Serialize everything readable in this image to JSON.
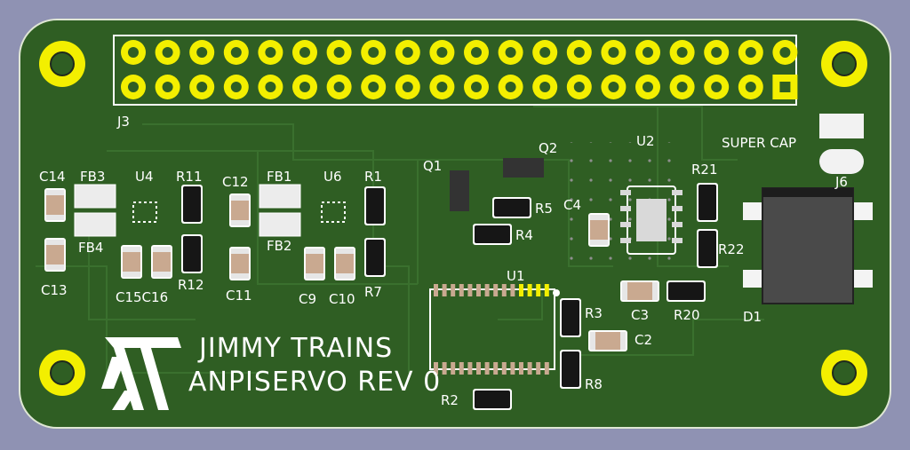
{
  "board": {
    "title_line1": "JIMMY TRAINS",
    "title_line2": "ANPISERVO REV 0"
  },
  "labels": {
    "J3": "J3",
    "C14": "C14",
    "FB3": "FB3",
    "U4": "U4",
    "R11": "R11",
    "C12": "C12",
    "FB1": "FB1",
    "U6": "U6",
    "R1": "R1",
    "FB4": "FB4",
    "C13": "C13",
    "C15C16": "C15C16",
    "R12": "R12",
    "C11": "C11",
    "FB2": "FB2",
    "C9": "C9",
    "C10": "C10",
    "R7": "R7",
    "Q1": "Q1",
    "Q2": "Q2",
    "R5": "R5",
    "R4": "R4",
    "C4": "C4",
    "U2": "U2",
    "SUPER_CAP": "SUPER CAP",
    "R21": "R21",
    "J6": "J6",
    "R22": "R22",
    "U1": "U1",
    "R3": "R3",
    "C3": "C3",
    "R20": "R20",
    "D1": "D1",
    "C2": "C2",
    "R8": "R8",
    "R2": "R2"
  },
  "colors": {
    "background": "#8f92b3",
    "pcb": "#2f5e23",
    "pad": "#f3ef00",
    "silkscreen": "#ffffff",
    "ceramic_cap": "#c9a990",
    "resistor": "#161616"
  },
  "header_pin_count": 40,
  "mounting_hole_count": 4
}
